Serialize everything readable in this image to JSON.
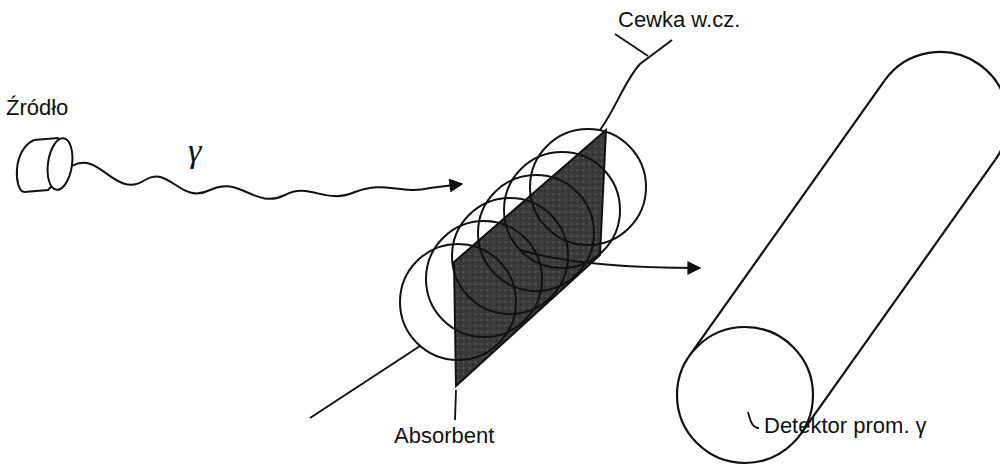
{
  "diagram": {
    "labels": [
      "Cewka w.cz.",
      "Źródło",
      "γ",
      "Absorbent",
      "Detektor prom. γ"
    ]
  }
}
